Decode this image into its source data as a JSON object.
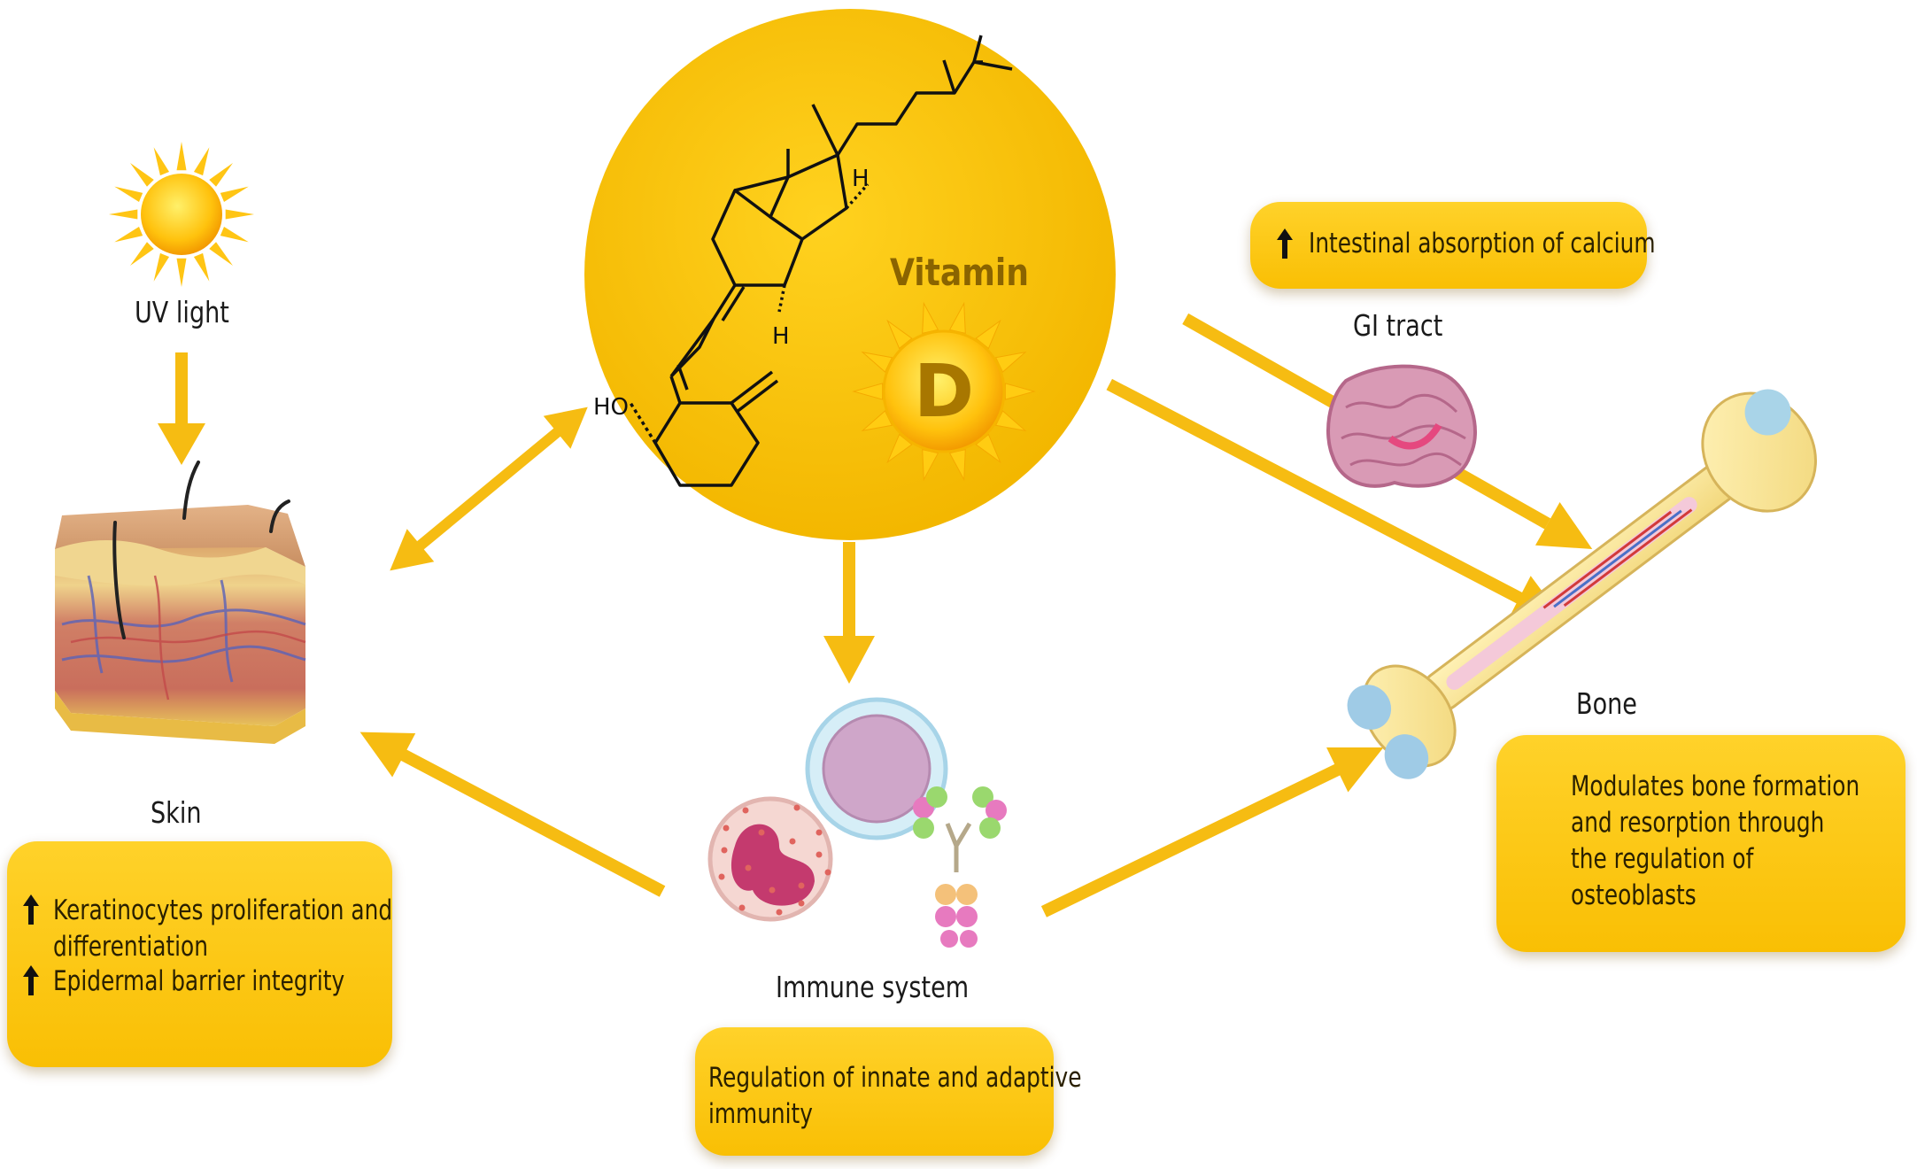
{
  "center": {
    "molecule": {
      "ho_label": "HO",
      "h_top": "H",
      "h_bottom": "H"
    },
    "title_word": "Vitamin",
    "badge_letter": "D"
  },
  "uv": {
    "label": "UV light"
  },
  "skin": {
    "label": "Skin",
    "effects": [
      "Keratinocytes proliferation and",
      "differentiation",
      "Epidermal barrier integrity"
    ]
  },
  "immune": {
    "label": "Immune system",
    "effect_lines": [
      "Regulation of innate and adaptive",
      "immunity"
    ]
  },
  "gi": {
    "label": "GI tract",
    "effect": "Intestinal absorption of calcium"
  },
  "bone": {
    "label": "Bone",
    "effect_lines": [
      "Modulates bone formation",
      "and resorption through",
      "the regulation of",
      "osteoblasts"
    ]
  },
  "colors": {
    "arrow": "#f6bc12",
    "circle": "#f8c208",
    "box": "#f9c004"
  }
}
